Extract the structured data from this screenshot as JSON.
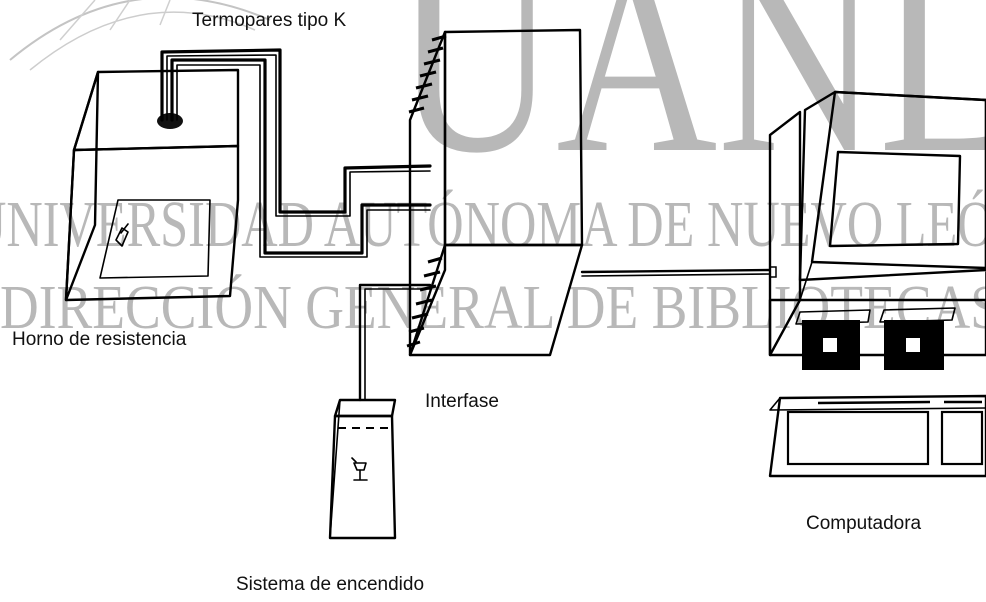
{
  "watermark": {
    "line1": "UANL",
    "line2": "UNIVERSIDAD AUTÓNOMA DE NUEVO LEÓN",
    "line3": "DIRECCIÓN GENERAL DE BIBLIOTECAS",
    "color": "#b8b8b8"
  },
  "labels": {
    "thermocouples": "Termopares tipo K",
    "furnace": "Horno de resistencia",
    "interface": "Interfase",
    "ignition": "Sistema de encendido",
    "computer": "Computadora"
  },
  "colors": {
    "ink": "#000000",
    "background": "#ffffff"
  }
}
